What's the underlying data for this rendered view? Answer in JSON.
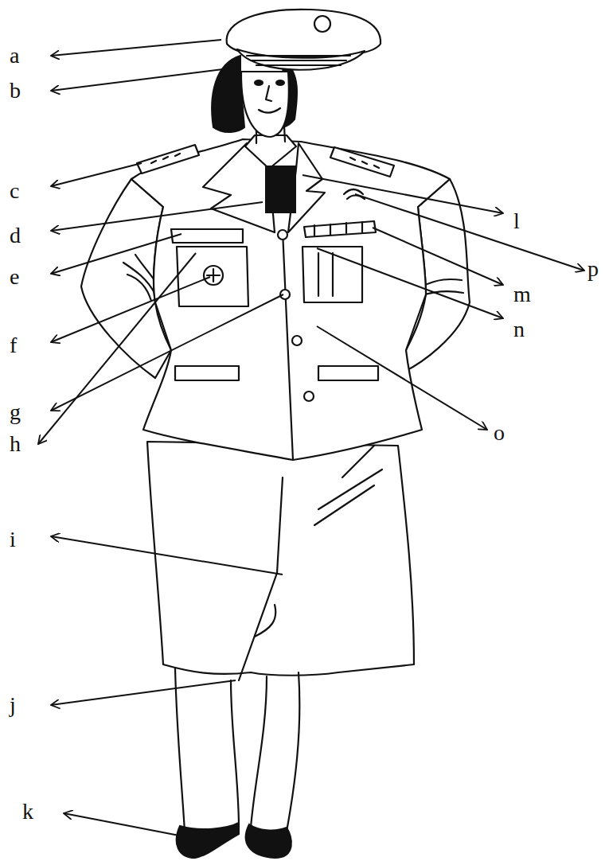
{
  "diagram": {
    "labels": [
      "a",
      "b",
      "c",
      "d",
      "e",
      "f",
      "g",
      "h",
      "i",
      "j",
      "k",
      "l",
      "p",
      "m",
      "n",
      "o"
    ]
  }
}
